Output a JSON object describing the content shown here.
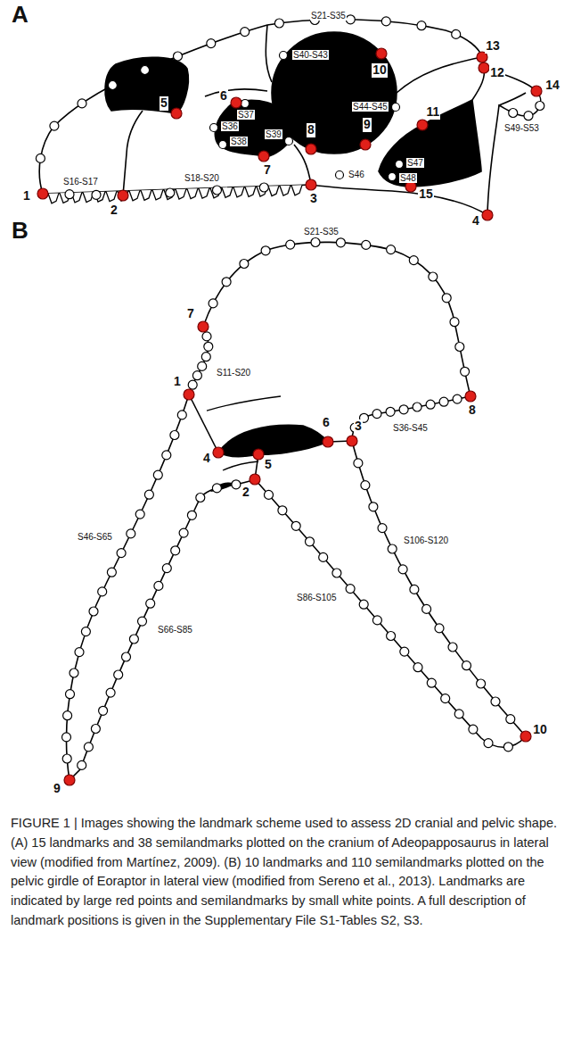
{
  "diagram": {
    "caption": "FIGURE 1 | Images showing the landmark scheme used to assess 2D cranial and pelvic shape. (A) 15 landmarks and 38 semilandmarks plotted on the cranium of Adeopapposaurus in lateral view (modified from Martínez, 2009). (B) 10 landmarks and 110 semilandmarks plotted on the pelvic girdle of Eoraptor in lateral view (modified from Sereno et al., 2013). Landmarks are indicated by large red points and semilandmarks by small white points. A full description of landmark positions is given in the Supplementary File S1-Tables S2, S3.",
    "labels": [
      "A",
      "1",
      "2",
      "3",
      "4",
      "5",
      "6",
      "7",
      "8",
      "9",
      "10",
      "11",
      "12",
      "13",
      "14",
      "15",
      "S16-S17",
      "S18-S20",
      "S21-S35",
      "S40-S43",
      "S44-S45",
      "S36",
      "S37",
      "S38",
      "S39",
      "S46",
      "S47",
      "S48",
      "S49-S53",
      "B",
      "1",
      "2",
      "3",
      "4",
      "5",
      "6",
      "7",
      "8",
      "9",
      "10",
      "S21-S35",
      "S11-S20",
      "S36-S45",
      "S46-S65",
      "S66-S85",
      "S86-S105",
      "S106-S120"
    ]
  }
}
